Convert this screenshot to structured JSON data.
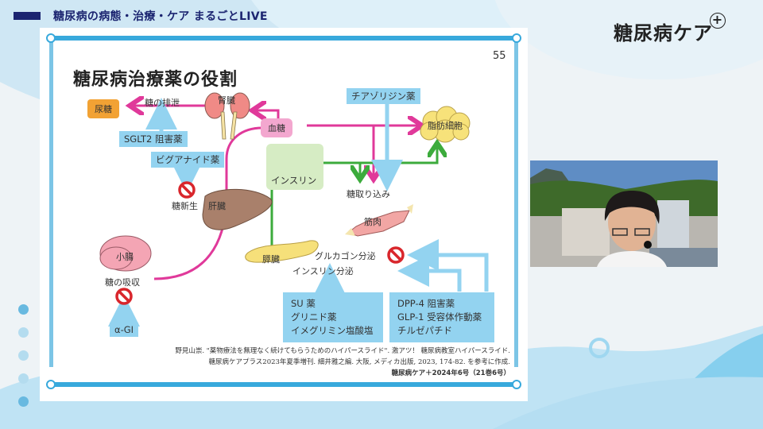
{
  "broadcast": {
    "program_title": "糖尿病の病態・治療・ケア まるごとLIVE",
    "brand_logo": "糖尿病ケア",
    "brand_logo_suffix": "+"
  },
  "slide": {
    "page_number": "55",
    "title": "糖尿病治療薬の役割",
    "nodes": {
      "urine_sugar": "尿糖",
      "sugar_excretion": "糖の排泄",
      "kidney": "腎臓",
      "blood_sugar": "血糖",
      "fat_cell": "脂肪細胞",
      "insulin": "インスリン",
      "glucose_uptake": "糖取り込み",
      "muscle": "筋肉",
      "liver": "肝臓",
      "gluconeogenesis": "糖新生",
      "small_intestine": "小腸",
      "sugar_absorption": "糖の吸収",
      "pancreas": "膵臓",
      "glucagon_secretion": "グルカゴン分泌",
      "insulin_secretion": "インスリン分泌"
    },
    "drugs": {
      "sglt2": "SGLT2 阻害薬",
      "biguanide": "ビグアナイド薬",
      "thiazolidine": "チアゾリジン薬",
      "alpha_gi": "α-GI",
      "secretagogues": [
        "SU 薬",
        "グリニド薬",
        "イメグリミン塩酸塩"
      ],
      "incretin": [
        "DPP-4 阻害薬",
        "GLP-1 受容体作動薬",
        "チルゼパチド"
      ]
    },
    "citation": {
      "line1": "野見山崇. \"薬物療法を無理なく続けてもらうためのハイパースライド\". 激アツ！ 糖尿病教室ハイパースライド.",
      "line2": "糖尿病ケアプラス2023年夏季増刊. 細井雅之編. 大阪, メディカ出版, 2023, 174-82. を参考に作成.",
      "source": "糖尿病ケア＋2024年6号（21巻6号）"
    },
    "colors": {
      "frame": "#38a9dc",
      "drug_box": "#93d3f0",
      "blood_path": "#e0399a",
      "insulin_path": "#3cab3c",
      "inhibit": "#d9262c",
      "urine_box": "#f2a234"
    }
  },
  "webcam": {
    "label": "presenter-video"
  }
}
